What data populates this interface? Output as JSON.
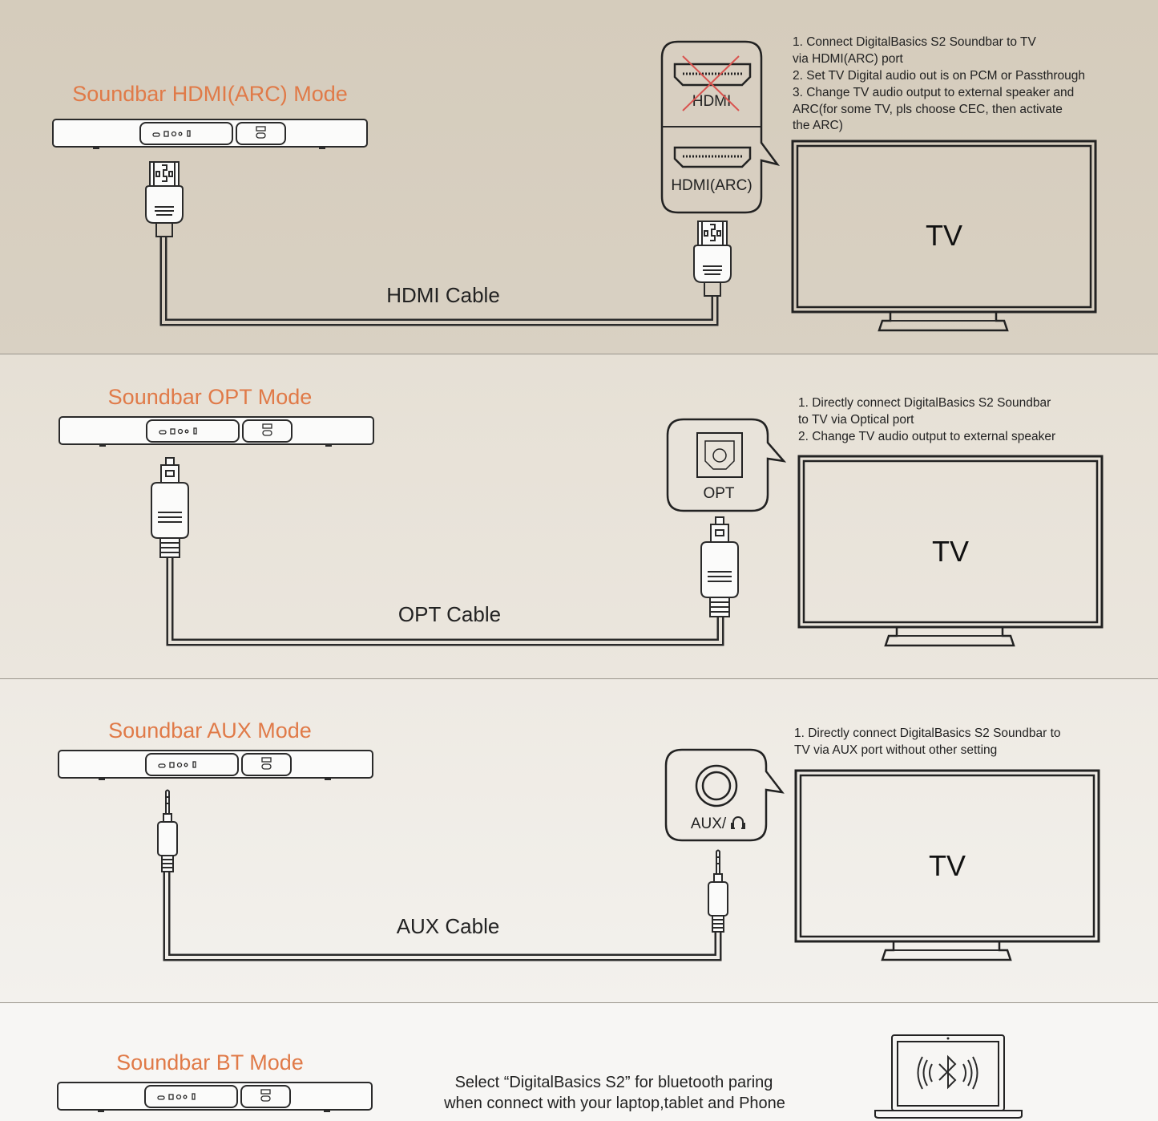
{
  "hdmi": {
    "title": "Soundbar HDMI(ARC) Mode",
    "cable_label": "HDMI Cable",
    "port_crossed": "HDMI",
    "port_label": "HDMI(ARC)",
    "tv_label": "TV",
    "instructions": [
      "1. Connect DigitalBasics S2 Soundbar to TV",
      "via HDMI(ARC) port",
      "2. Set TV Digital audio out is on PCM or Passthrough",
      "3. Change TV audio output to external speaker and",
      "ARC(for some TV, pls choose CEC, then activate",
      "the ARC)"
    ]
  },
  "opt": {
    "title": "Soundbar OPT Mode",
    "cable_label": "OPT Cable",
    "port_label": "OPT",
    "tv_label": "TV",
    "instructions": [
      "1. Directly connect DigitalBasics S2 Soundbar",
      "to TV via Optical port",
      "2. Change TV audio output to external speaker"
    ]
  },
  "aux": {
    "title": "Soundbar AUX Mode",
    "cable_label": "AUX Cable",
    "port_label": "AUX/",
    "tv_label": "TV",
    "instructions": [
      "1. Directly connect DigitalBasics S2 Soundbar to",
      "TV via AUX port without other setting"
    ]
  },
  "bt": {
    "title": "Soundbar BT Mode",
    "instructions": [
      "Select “DigitalBasics S2” for bluetooth paring",
      "when connect with your laptop,tablet and Phone"
    ]
  },
  "colors": {
    "title": "#e07a48",
    "line": "#2a2a2a",
    "cross": "#d9534f"
  }
}
